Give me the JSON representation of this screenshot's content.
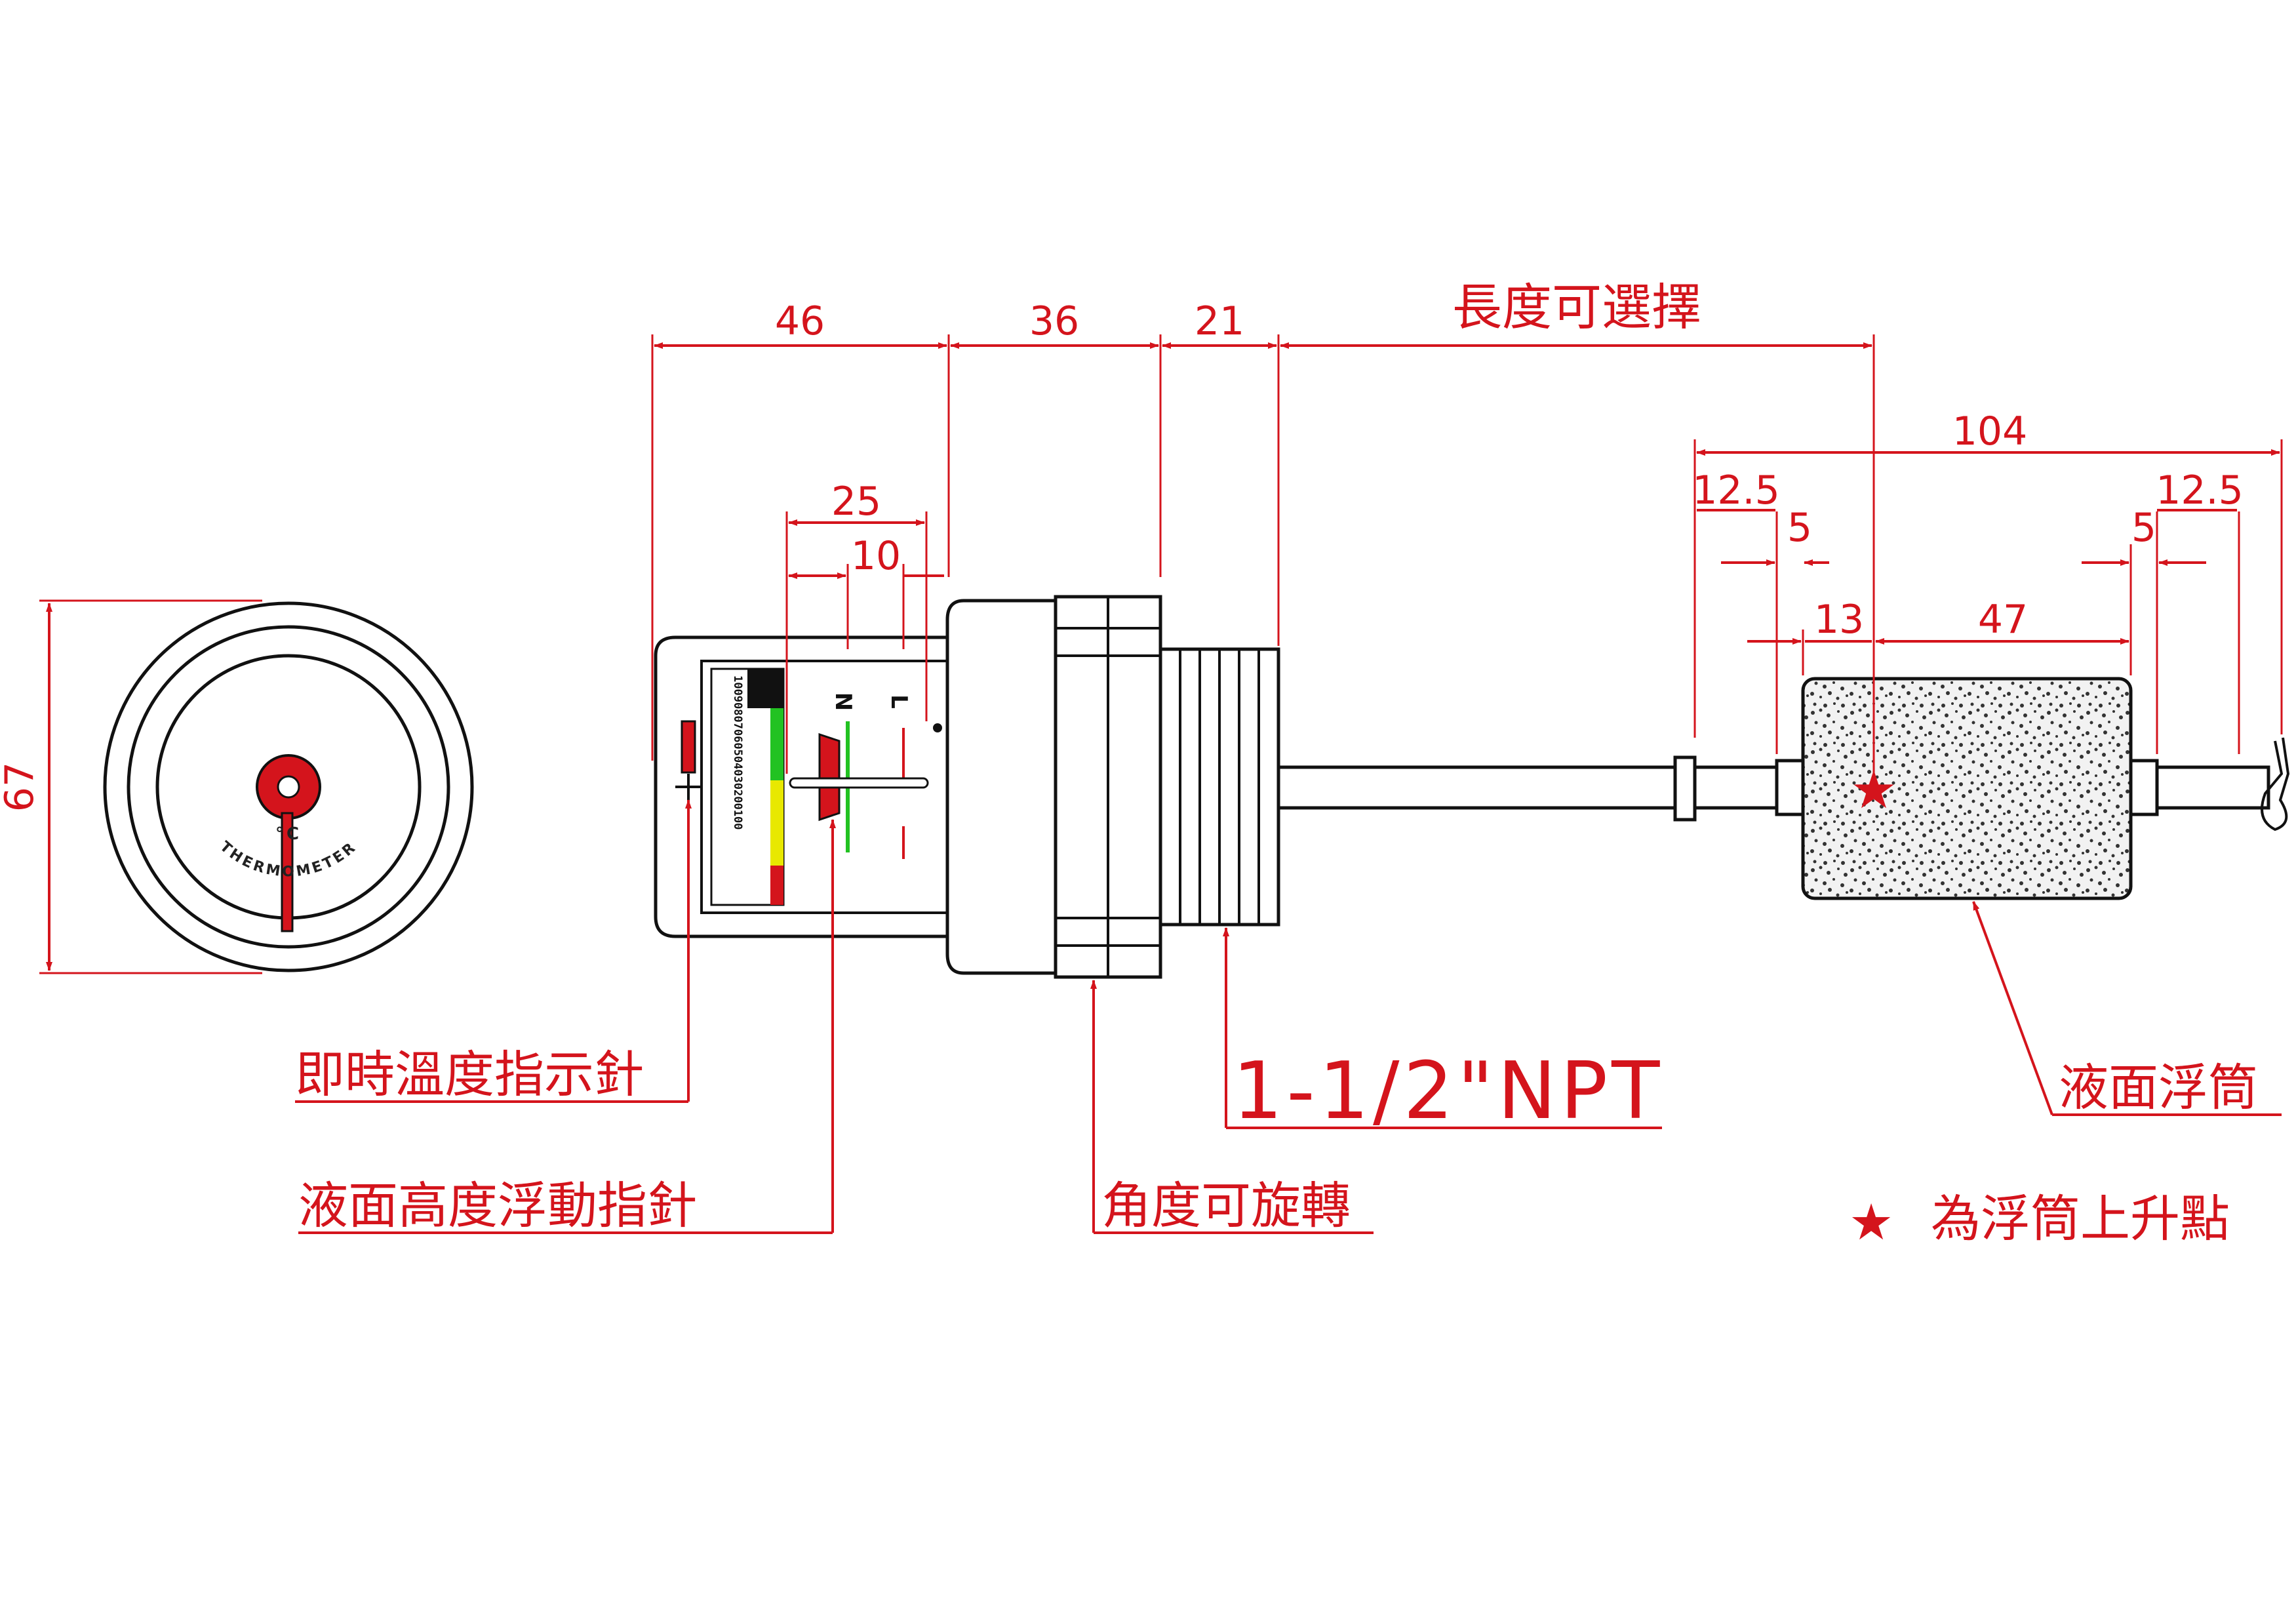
{
  "dimensions": {
    "d46": "46",
    "d36": "36",
    "d21": "21",
    "length_selectable": "長度可選擇",
    "d25": "25",
    "d10": "10",
    "d67": "67",
    "d104": "104",
    "d12_5_left": "12.5",
    "d5_left": "5",
    "d13": "13",
    "d47": "47",
    "d5_right": "5",
    "d12_5_right": "12.5"
  },
  "labels": {
    "temp_pointer": "即時溫度指示針",
    "level_pointer": "液面高度浮動指針",
    "rotatable": "角度可旋轉",
    "thread": "1-1/2\"NPT",
    "float": "液面浮筒",
    "rise_point_mark": "★",
    "rise_point_text": "為浮筒上升點"
  },
  "gauge": {
    "thermometer_text": "THERMOMETER",
    "unit": "°C",
    "scale_marks": "10090807060504030200100",
    "mark_n": "N",
    "mark_l": "L"
  },
  "colors": {
    "annotation": "#d4141c",
    "outline": "#111111",
    "green": "#22c222",
    "yellow": "#e8e800"
  }
}
